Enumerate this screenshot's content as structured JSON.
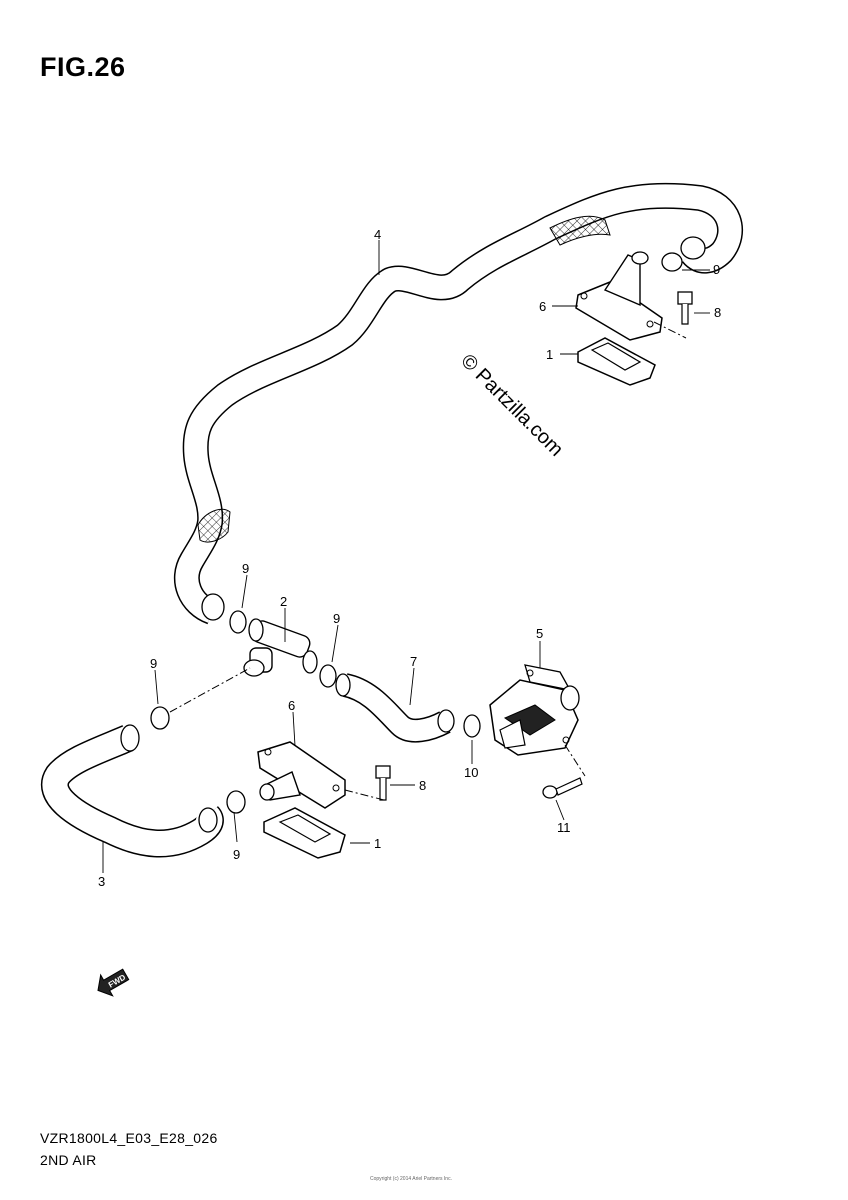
{
  "header": {
    "title": "FIG.26"
  },
  "callouts": {
    "c1_top": "1",
    "c1_bottom": "1",
    "c2": "2",
    "c3": "3",
    "c4": "4",
    "c5": "5",
    "c6_top": "6",
    "c6_bottom": "6",
    "c7": "7",
    "c8_top": "8",
    "c8_bottom": "8",
    "c9_a": "9",
    "c9_b": "9",
    "c9_c": "9",
    "c9_d": "9",
    "c9_e": "9",
    "c10": "10",
    "c11": "11"
  },
  "watermark": {
    "text": "© Partzilla.com"
  },
  "fwd_icon": {
    "label": "FWD",
    "icon": "forward-arrow-icon"
  },
  "footer": {
    "model_code": "VZR1800L4_E03_E28_026",
    "section_name": "2ND AIR",
    "copyright": "Copyright (c) 2014 Ariel Partners Inc."
  }
}
